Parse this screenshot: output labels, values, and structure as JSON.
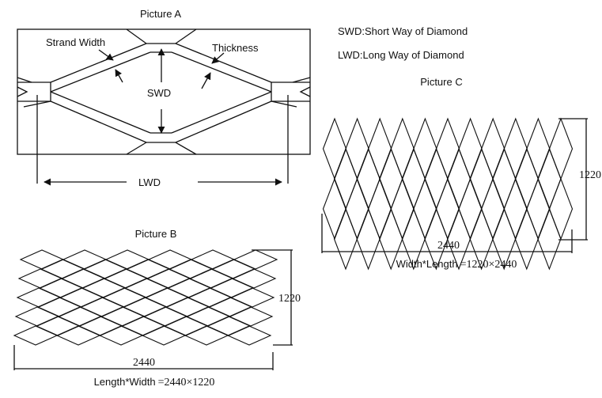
{
  "picture_a": {
    "title": "Picture A",
    "strand_width_label": "Strand Width",
    "thickness_label": "Thickness",
    "swd_label": "SWD",
    "lwd_label": "LWD"
  },
  "legend": {
    "swd_definition": "SWD:Short Way of Diamond",
    "lwd_definition": "LWD:Long Way of Diamond"
  },
  "picture_b": {
    "title": "Picture B",
    "height_dim": "1220",
    "width_dim": "2440",
    "formula_label": "Length*Width",
    "formula_value": "=2440×1220"
  },
  "picture_c": {
    "title": "Picture C",
    "height_dim": "1220",
    "width_dim": "2440",
    "formula_label": "Width*Length",
    "formula_value": "=1220×2440"
  }
}
